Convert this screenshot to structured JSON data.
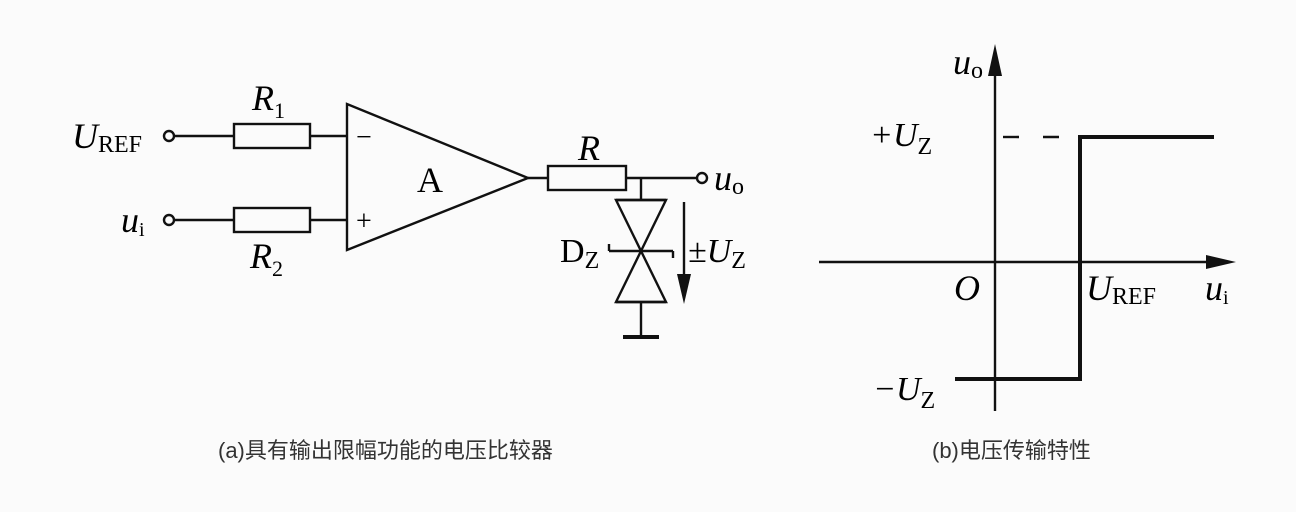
{
  "circuit": {
    "uref_label": "U",
    "uref_sub": "REF",
    "ui_label": "u",
    "ui_sub": "i",
    "r1_label": "R",
    "r1_sub": "1",
    "r2_label": "R",
    "r2_sub": "2",
    "minus_label": "−",
    "plus_label": "+",
    "opamp_label": "A",
    "r_label": "R",
    "uo_label": "u",
    "uo_sub": "o",
    "dz_label": "D",
    "dz_sub": "Z",
    "uz_label": "±U",
    "uz_sub": "Z",
    "caption": "(a)具有输出限幅功能的电压比较器"
  },
  "transfer": {
    "y_axis_label": "u",
    "y_axis_sub": "o",
    "x_axis_label": "u",
    "x_axis_sub": "i",
    "origin_label": "O",
    "pos_level_label": "+U",
    "pos_level_sub": "Z",
    "neg_level_label": "−U",
    "neg_level_sub": "Z",
    "uref_label": "U",
    "uref_sub": "REF",
    "caption": "(b)电压传输特性"
  },
  "colors": {
    "line": "#111111",
    "background": "#fbfbfb"
  }
}
